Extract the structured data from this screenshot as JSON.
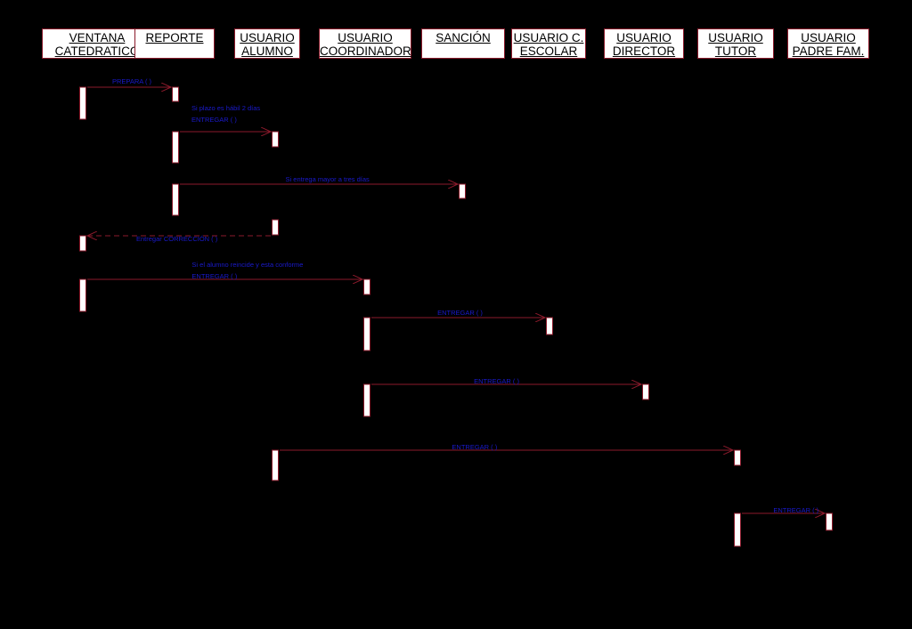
{
  "diagram": {
    "type": "sequence",
    "colors": {
      "background": "#000000",
      "actor_box_fill": "#ffffff",
      "actor_box_border": "#8b1a2b",
      "message_line": "#8b1a2b",
      "message_text": "#1a1acd",
      "activation_fill": "#ffffff"
    },
    "actors": [
      {
        "id": "ventana",
        "line1": "VENTANA",
        "line2": "CATEDRATICO"
      },
      {
        "id": "reporte",
        "line1": "REPORTE",
        "line2": ""
      },
      {
        "id": "alumno",
        "line1": "USUARIO",
        "line2": "ALUMNO"
      },
      {
        "id": "coordinador",
        "line1": "USUARIO",
        "line2": "COORDINADOR"
      },
      {
        "id": "sancion",
        "line1": "SANCIÓN",
        "line2": ""
      },
      {
        "id": "escolar",
        "line1": "USUARIO C.",
        "line2": "ESCOLAR"
      },
      {
        "id": "director",
        "line1": "USUARIO",
        "line2": "DIRECTOR"
      },
      {
        "id": "tutor",
        "line1": "USUARIO",
        "line2": "TUTOR"
      },
      {
        "id": "padre",
        "line1": "USUARIO",
        "line2": "PADRE FAM."
      }
    ],
    "messages": [
      {
        "from": "ventana",
        "to": "reporte",
        "labels": [
          "PREPARA ( )"
        ]
      },
      {
        "from": "reporte",
        "to": "alumno",
        "labels": [
          "Si plazo es hábil 2 días",
          "ENTREGAR ( )"
        ]
      },
      {
        "from": "reporte",
        "to": "sancion",
        "labels": [
          "Si entrega mayor a tres días"
        ]
      },
      {
        "from": "alumno",
        "to": "ventana",
        "labels": [
          "Entregar CORRECCIÓN ( )"
        ]
      },
      {
        "from": "ventana",
        "to": "coordinador",
        "labels": [
          "Si el alumno reincide y esta conforme",
          "ENTREGAR ( )"
        ]
      },
      {
        "from": "coordinador",
        "to": "escolar",
        "labels": [
          "ENTREGAR ( )"
        ]
      },
      {
        "from": "coordinador",
        "to": "director",
        "labels": [
          "ENTREGAR ( )"
        ]
      },
      {
        "from": "alumno",
        "to": "tutor",
        "labels": [
          "ENTREGAR ( )"
        ]
      },
      {
        "from": "tutor",
        "to": "padre",
        "labels": [
          "ENTREGAR ( )"
        ]
      }
    ]
  }
}
